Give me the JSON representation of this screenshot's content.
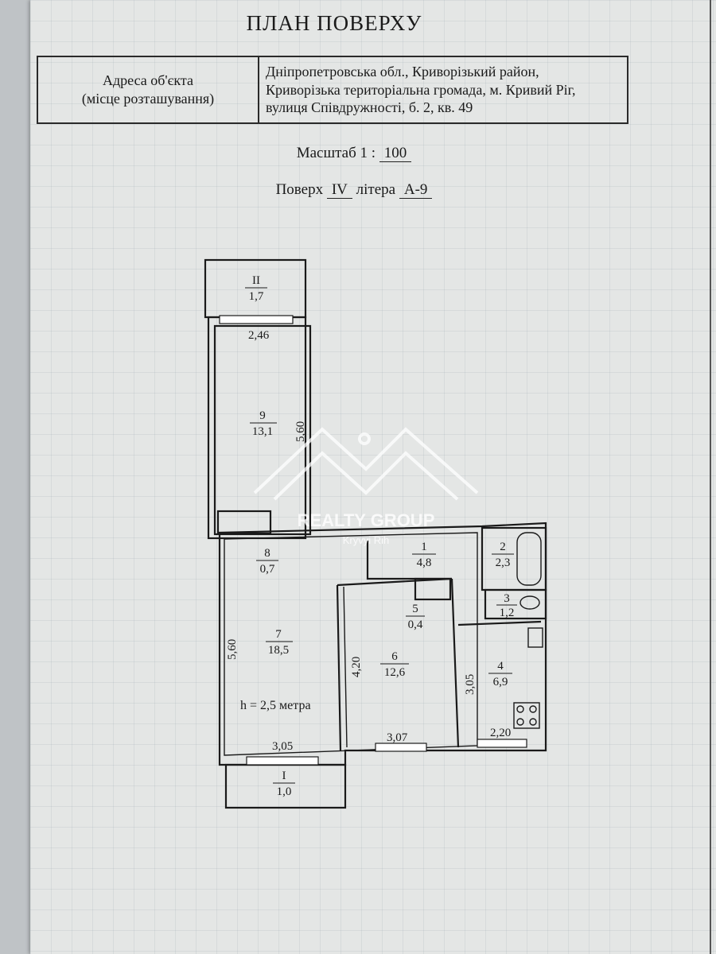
{
  "header": {
    "title": "ПЛАН ПОВЕРХУ",
    "address_label_line1": "Адреса об'єкта",
    "address_label_line2": "(місце розташування)",
    "address_line1": "Дніпропетровська обл., Криворізький район,",
    "address_line2": "Криворізька територіальна громада, м. Кривий Ріг,",
    "address_line3": "вулиця Співдружності, б. 2, кв. 49"
  },
  "scale": {
    "label": "Масштаб 1 :",
    "value": "100"
  },
  "floor": {
    "label": "Поверх",
    "value": "IV",
    "letter_label": "літера",
    "letter_value": "А-9"
  },
  "rooms": [
    {
      "id": "II",
      "area": "1,7"
    },
    {
      "id": "9",
      "area": "13,1"
    },
    {
      "id": "8",
      "area": "0,7"
    },
    {
      "id": "7",
      "area": "18,5"
    },
    {
      "id": "1",
      "area": "4,8"
    },
    {
      "id": "2",
      "area": "2,3"
    },
    {
      "id": "3",
      "area": "1,2"
    },
    {
      "id": "5",
      "area": "0,4"
    },
    {
      "id": "6",
      "area": "12,6"
    },
    {
      "id": "4",
      "area": "6,9"
    },
    {
      "id": "I",
      "area": "1,0"
    }
  ],
  "dimensions": {
    "balcony_top_width": "2,46",
    "room9_length": "5,60",
    "room7_length": "5,60",
    "room7_width": "3,05",
    "room6_length": "4,20",
    "room6_width": "3,07",
    "room4_length": "3,05",
    "room4_width": "2,20"
  },
  "ceiling_height": "h = 2,5 метра",
  "watermark": {
    "brand": "REALTY GROUP",
    "city": "Kryvyi Rih"
  }
}
